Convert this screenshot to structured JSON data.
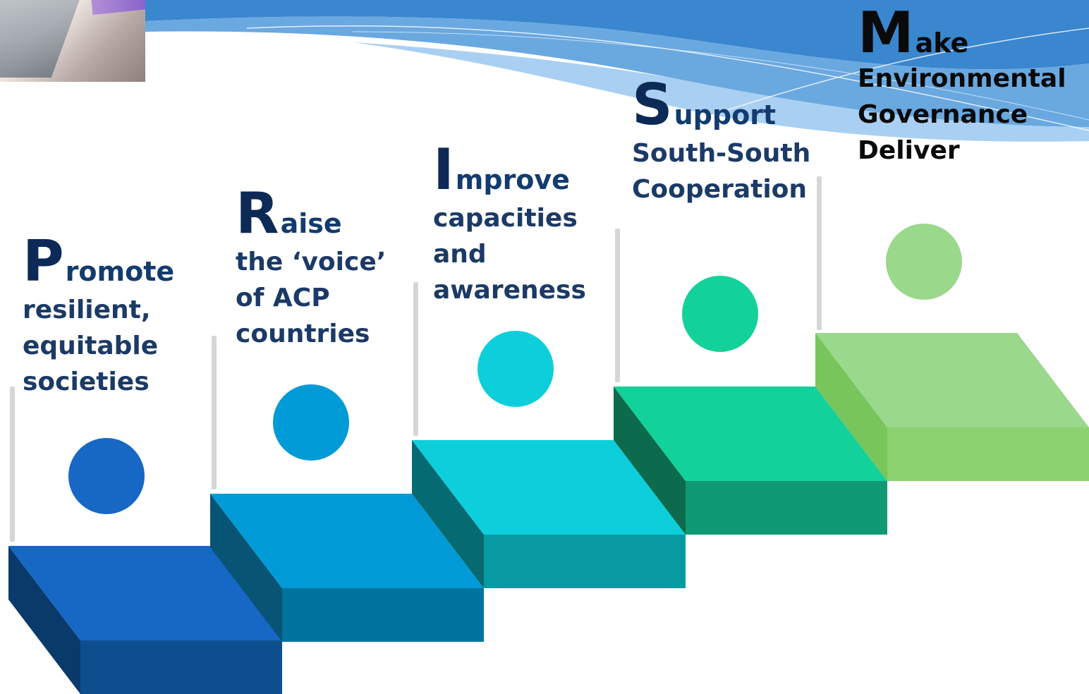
{
  "colors": {
    "wave_dark": "#3a86cf",
    "wave_light": "#8fc0ea",
    "connector": "#d6d6d6",
    "text_navy": "#1b3a66"
  },
  "steps": [
    {
      "letter": "P",
      "rest": "romote",
      "lines": [
        "resilient,",
        "equitable",
        "societies"
      ],
      "colors": {
        "top": "#1668c4",
        "side": "#0a3a6a",
        "front": "#0d4f8e",
        "circle": "#1768c4"
      }
    },
    {
      "letter": "R",
      "rest": "aise",
      "lines": [
        "the ‘voice’",
        "of ACP",
        "countries"
      ],
      "colors": {
        "top": "#009bd7",
        "side": "#075475",
        "front": "#00749e",
        "circle": "#009bd7"
      }
    },
    {
      "letter": "I",
      "rest": "mprove",
      "lines": [
        "capacities",
        "and",
        "awareness"
      ],
      "colors": {
        "top": "#0ccfdb",
        "side": "#066a72",
        "front": "#079aa2",
        "circle": "#0ccfdb"
      }
    },
    {
      "letter": "S",
      "rest": "upport",
      "lines": [
        "South-South",
        "Cooperation"
      ],
      "colors": {
        "top": "#13d19a",
        "side": "#0b6b4c",
        "front": "#0f9a73",
        "circle": "#13d19a"
      }
    },
    {
      "letter": "M",
      "rest": "ake",
      "lines": [
        "Environmental",
        "Governance",
        "Deliver"
      ],
      "colors": {
        "top": "#9ad88b",
        "side": "#78c55c",
        "front": "#8bd170",
        "circle": "#9ad88b"
      }
    }
  ]
}
